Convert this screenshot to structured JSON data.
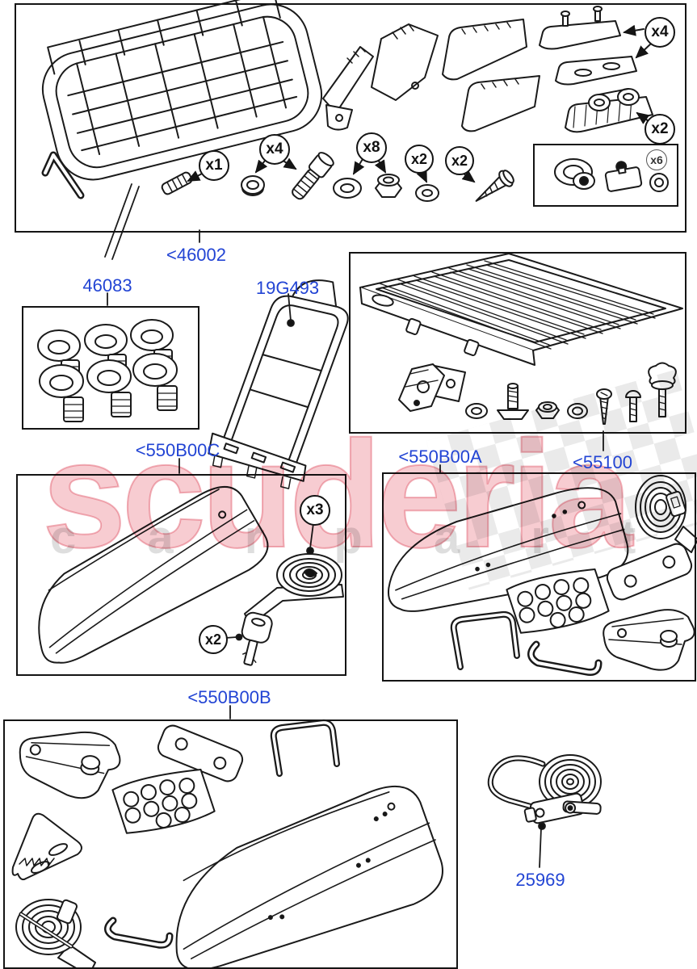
{
  "diagram": {
    "brand_watermark": "scuderia",
    "subtitle_watermark": "c a r p a r t s",
    "label_color": "#2244d4",
    "line_color": "#1a1a1a",
    "watermark_pink": "#e76070",
    "watermark_gray": "#dadada"
  },
  "part_labels": {
    "luggage_basket_kit": "<46002",
    "lashing_rings": "46083",
    "rear_ladder": "19G493",
    "luggage_tray": "<55100",
    "roof_box_small": "<550B00C",
    "roof_box_large": "<550B00A",
    "roof_box_medium": "<550B00B",
    "ratchet_strap": "25969"
  },
  "quantities": {
    "basket_pin": "x1",
    "basket_bolt_set": "x4",
    "basket_washer_nut": "x8",
    "basket_washer": "x2",
    "basket_screw": "x2",
    "bracket_plates": "x4",
    "clamp_plates": "x2",
    "grommet_kit": "x6",
    "box_strap_roll": "x3",
    "box_keys": "x2"
  }
}
